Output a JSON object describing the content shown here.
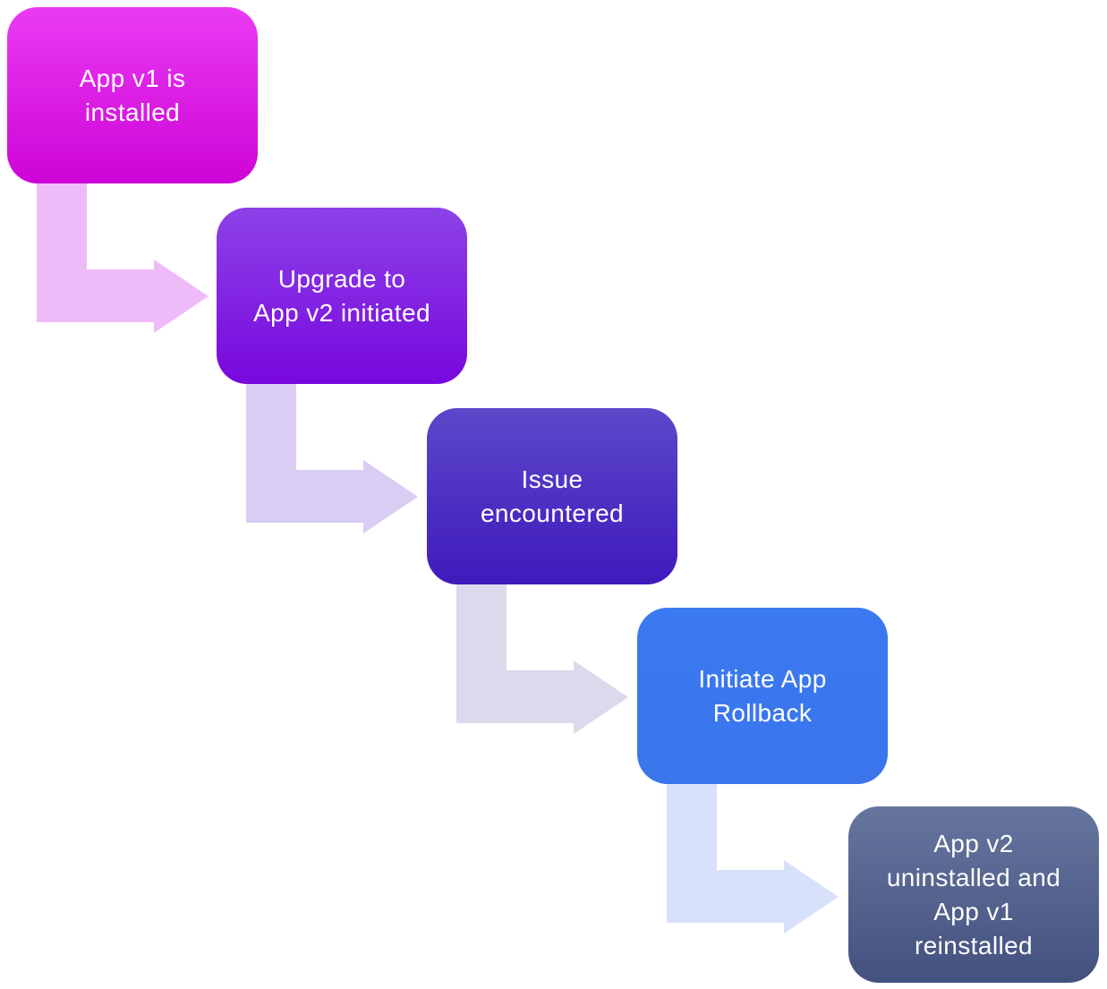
{
  "diagram": {
    "type": "step-flowchart",
    "background": "#ffffff",
    "text_color": "#ffffff",
    "steps": [
      {
        "label": "App v1 is installed",
        "lines": [
          "App v1 is",
          "installed"
        ],
        "color_top": "#ea3bf3",
        "color_bottom": "#cd04d6"
      },
      {
        "label": "Upgrade to App v2 initiated",
        "lines": [
          "Upgrade to",
          "App v2 initiated"
        ],
        "color_top": "#8d42e8",
        "color_bottom": "#7807dd"
      },
      {
        "label": "Issue encountered",
        "lines": [
          "Issue",
          "encountered"
        ],
        "color_top": "#5c48ca",
        "color_bottom": "#3f1abc"
      },
      {
        "label": "Initiate App Rollback",
        "lines": [
          "Initiate App",
          "Rollback"
        ],
        "color_top": "#3b79f0",
        "color_bottom": "#3a75ec"
      },
      {
        "label": "App v2 uninstalled and App v1 reinstalled",
        "lines": [
          "App v2",
          "uninstalled and",
          "App v1",
          "reinstalled"
        ],
        "color_top": "#66759e",
        "color_bottom": "#44517f"
      }
    ],
    "connectors": [
      {
        "from": "App v1 is installed",
        "to": "Upgrade to App v2 initiated",
        "color": "#eebbf8"
      },
      {
        "from": "Upgrade to App v2 initiated",
        "to": "Issue encountered",
        "color": "#d9cdf3"
      },
      {
        "from": "Issue encountered",
        "to": "Initiate App Rollback",
        "color": "#dcd9ed"
      },
      {
        "from": "Initiate App Rollback",
        "to": "App v2 uninstalled and App v1 reinstalled",
        "color": "#d7e1fa"
      }
    ]
  }
}
